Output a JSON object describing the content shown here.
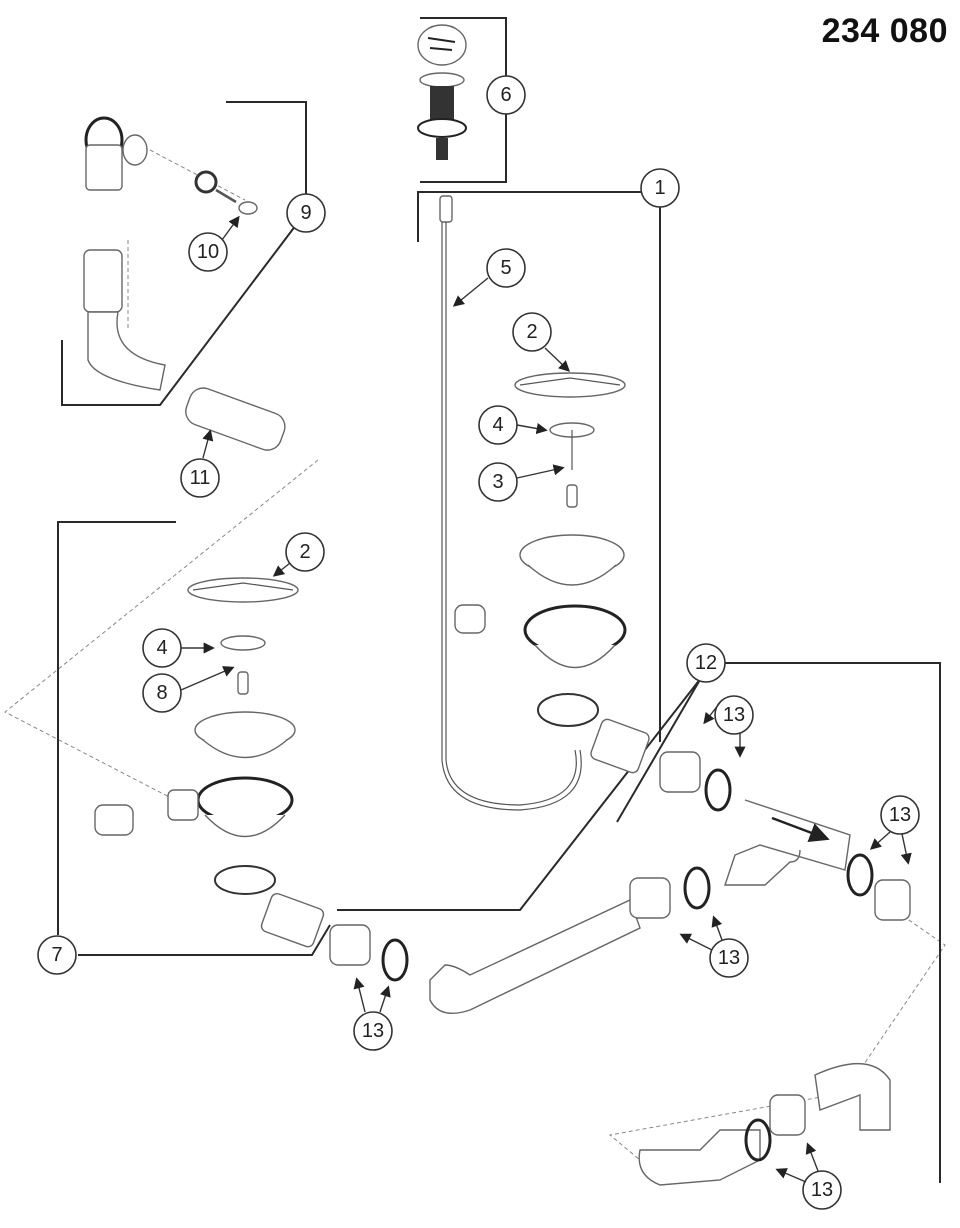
{
  "diagram": {
    "part_number": "234 080",
    "callouts": [
      {
        "label": "1"
      },
      {
        "label": "2"
      },
      {
        "label": "3"
      },
      {
        "label": "4"
      },
      {
        "label": "5"
      },
      {
        "label": "6"
      },
      {
        "label": "9"
      },
      {
        "label": "10"
      },
      {
        "label": "11"
      },
      {
        "label": "2"
      },
      {
        "label": "4"
      },
      {
        "label": "8"
      },
      {
        "label": "7"
      },
      {
        "label": "12"
      },
      {
        "label": "13"
      },
      {
        "label": "13"
      },
      {
        "label": "13"
      },
      {
        "label": "13"
      },
      {
        "label": "13"
      }
    ]
  }
}
